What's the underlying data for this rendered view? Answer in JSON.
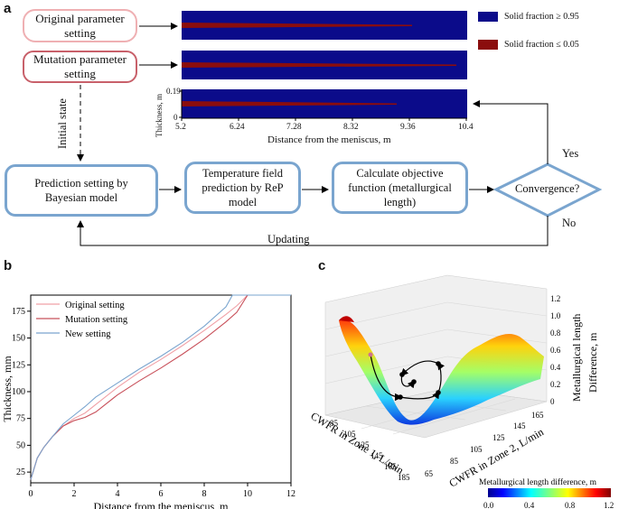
{
  "panels": {
    "a": "a",
    "b": "b",
    "c": "c"
  },
  "panel_a": {
    "original_box": "Original parameter setting",
    "mutation_box": "Mutation parameter setting",
    "initial_state": "Initial state",
    "prediction_box": "Prediction setting by Bayesian model",
    "temperature_box": "Temperature field prediction by ReP model",
    "objective_box": "Calculate objective function (metallurgical length)",
    "convergence": "Convergence?",
    "yes": "Yes",
    "no": "No",
    "updating": "Updating",
    "legend": [
      {
        "label": "Solid fraction ≥ 0.95",
        "color": "#0b0b8a"
      },
      {
        "label": "Solid fraction ≤ 0.05",
        "color": "#8b0d0d"
      }
    ],
    "strip_axis": {
      "ylabel": "Thickness, m",
      "yticks": [
        "0.19",
        "0"
      ],
      "xticks": [
        "5.2",
        "6.24",
        "7.28",
        "8.32",
        "9.36",
        "10.4"
      ],
      "xlabel": "Distance from the meniscus, m"
    }
  },
  "chart_data": [
    {
      "type": "line",
      "xlabel": "Distance from the meniscus, m",
      "ylabel": "Thickness, mm",
      "xlim": [
        0,
        12
      ],
      "ylim": [
        15,
        190
      ],
      "xticks": [
        0,
        2,
        4,
        6,
        8,
        10,
        12
      ],
      "yticks": [
        25,
        50,
        75,
        100,
        125,
        150,
        175
      ],
      "legend_position": "top-left",
      "series": [
        {
          "name": "Original setting",
          "color": "#f0a0a6",
          "x": [
            0,
            0.3,
            0.6,
            1.0,
            1.5,
            2.0,
            2.5,
            3.0,
            4.0,
            5.0,
            6.0,
            7.0,
            8.0,
            9.0,
            9.5,
            10.0,
            12.0
          ],
          "y": [
            18,
            38,
            48,
            58,
            68,
            75,
            80,
            88,
            104,
            118,
            130,
            143,
            157,
            172,
            180,
            190,
            190
          ]
        },
        {
          "name": "Mutation setting",
          "color": "#c8505a",
          "x": [
            0,
            0.3,
            0.6,
            1.0,
            1.5,
            2.0,
            2.5,
            3.0,
            4.0,
            5.0,
            6.0,
            7.0,
            8.0,
            9.0,
            9.5,
            10.0,
            12.0
          ],
          "y": [
            18,
            38,
            48,
            58,
            68,
            73,
            76,
            81,
            97,
            110,
            122,
            135,
            149,
            165,
            174,
            190,
            190
          ]
        },
        {
          "name": "New setting",
          "color": "#7aa5cf",
          "x": [
            0,
            0.3,
            0.6,
            1.0,
            1.5,
            2.0,
            2.5,
            3.0,
            4.0,
            5.0,
            6.0,
            7.0,
            8.0,
            9.0,
            9.3,
            12.0
          ],
          "y": [
            18,
            38,
            48,
            58,
            70,
            78,
            86,
            95,
            108,
            121,
            133,
            146,
            161,
            179,
            190,
            190
          ]
        }
      ]
    },
    {
      "type": "surface-3d",
      "xlabel": "CWFR in Zone 1, L/min",
      "ylabel": "CWFR in Zone 2, L/min",
      "zlabel": "Metallurgical length Difference, m",
      "xticks": [
        85,
        105,
        125,
        145,
        165,
        185
      ],
      "yticks": [
        65,
        85,
        105,
        125,
        145,
        165
      ],
      "zticks": [
        0.0,
        0.2,
        0.4,
        0.6,
        0.8,
        1.0,
        1.2
      ],
      "colorbar": {
        "label": "Metallurgical length difference, m",
        "ticks": [
          "0.0",
          "0.4",
          "0.8",
          "1.2"
        ],
        "range": [
          0,
          1.2
        ]
      }
    }
  ]
}
